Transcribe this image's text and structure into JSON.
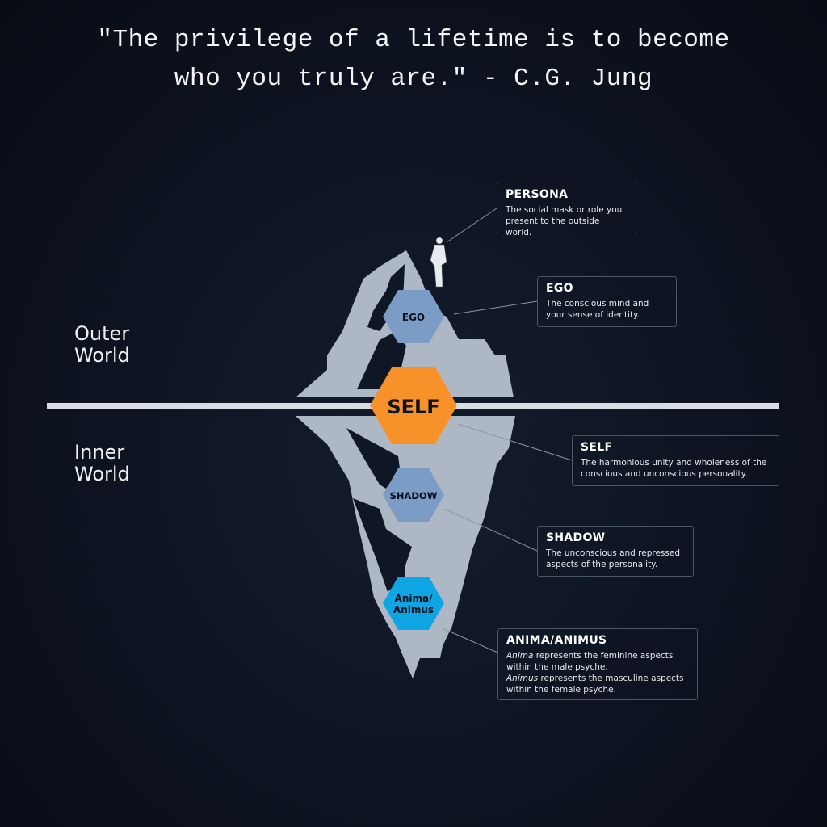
{
  "quote": {
    "line1": "\"The privilege of a lifetime is to become",
    "line2": "who you truly are.\" - C.G. Jung"
  },
  "worlds": {
    "outer_line1": "Outer",
    "outer_line2": "World",
    "inner_line1": "Inner",
    "inner_line2": "World"
  },
  "hexagons": {
    "ego": {
      "label": "EGO",
      "color": "#7b9cc4"
    },
    "self": {
      "label": "SELF",
      "color": "#f7922a"
    },
    "shadow": {
      "label": "SHADOW",
      "color": "#7b9cc4"
    },
    "anima_line1": "Anima/",
    "anima_line2": "Animus",
    "anima_color": "#0ea5e2"
  },
  "boxes": {
    "persona": {
      "title": "PERSONA",
      "text": "The social mask or role you present to the outside world."
    },
    "ego": {
      "title": "EGO",
      "text": "The conscious mind and your sense of identity."
    },
    "self": {
      "title": "SELF",
      "text": "The harmonious unity and wholeness of the conscious and unconscious personality."
    },
    "shadow": {
      "title": "SHADOW",
      "text": "The unconscious and repressed aspects of the personality."
    },
    "anima": {
      "title": "ANIMA/ANIMUS",
      "anima_word": "Anima",
      "anima_text": " represents the feminine aspects within the male psyche.",
      "animus_word": "Animus",
      "animus_text": " represents the masculine aspects within the female psyche."
    }
  },
  "colors": {
    "iceberg": "#aeb8c4",
    "waterline": "#d8dde3"
  }
}
